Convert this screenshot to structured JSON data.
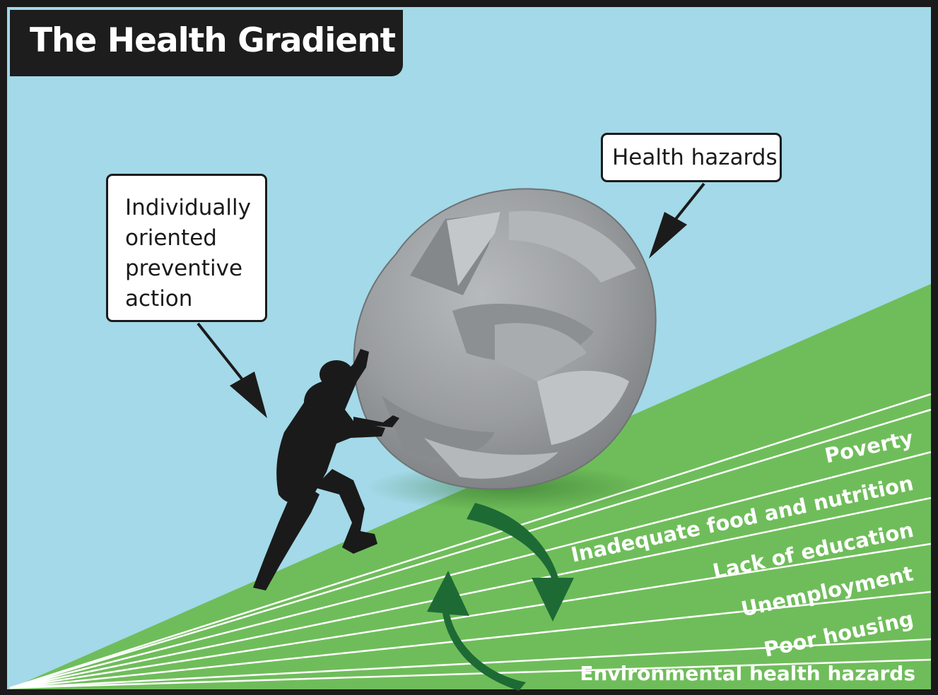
{
  "title": "The Health Gradient",
  "callouts": {
    "individual_action": [
      "Individually",
      "oriented",
      "preventive",
      "action"
    ],
    "health_hazards": "Health hazards"
  },
  "gradient_labels": [
    "Poverty",
    "Inadequate food and nutrition",
    "Lack of education",
    "Unemployment",
    "Poor housing",
    "Environmental health hazards"
  ],
  "colors": {
    "sky": "#a3d9e8",
    "slope": "#6fbd5a",
    "cycle_arrows": "#1e6a35",
    "boulder": "#9c9fa1",
    "figure": "#1a1a1a",
    "title_bar": "#1d1d1d"
  },
  "icons": {
    "figure": "person-pushing-silhouette",
    "boulder": "boulder",
    "cycle": "circular-cycle-arrows"
  }
}
